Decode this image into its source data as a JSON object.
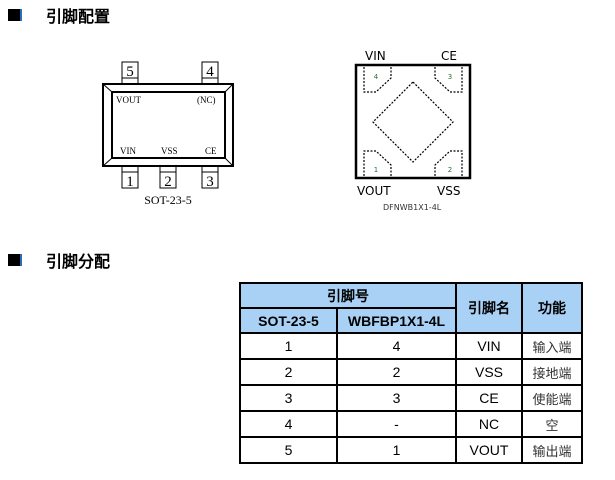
{
  "sections": {
    "pin_config": "引脚配置",
    "pin_assignment": "引脚分配"
  },
  "sot": {
    "pins_top": [
      "5",
      "4"
    ],
    "pins_bottom": [
      "1",
      "2",
      "3"
    ],
    "label_vout": "VOUT",
    "label_nc": "(NC)",
    "label_vin": "VIN",
    "label_vss": "VSS",
    "label_ce": "CE",
    "package": "SOT-23-5"
  },
  "dfn": {
    "top_left": "VIN",
    "top_right": "CE",
    "bottom_left": "VOUT",
    "bottom_right": "VSS",
    "pads": [
      "4",
      "3",
      "1",
      "2"
    ],
    "package": "DFNWB1X1-4L"
  },
  "table": {
    "header_pin_no": "引脚号",
    "col_sot": "SOT-23-5",
    "col_wbfbp": "WBFBP1X1-4L",
    "col_name": "引脚名",
    "col_func": "功能",
    "rows": [
      {
        "sot": "1",
        "wbfbp": "4",
        "name": "VIN",
        "func": "输入端"
      },
      {
        "sot": "2",
        "wbfbp": "2",
        "name": "VSS",
        "func": "接地端"
      },
      {
        "sot": "3",
        "wbfbp": "3",
        "name": "CE",
        "func": "使能端"
      },
      {
        "sot": "4",
        "wbfbp": "-",
        "name": "NC",
        "func": "空"
      },
      {
        "sot": "5",
        "wbfbp": "1",
        "name": "VOUT",
        "func": "输出端"
      }
    ]
  }
}
